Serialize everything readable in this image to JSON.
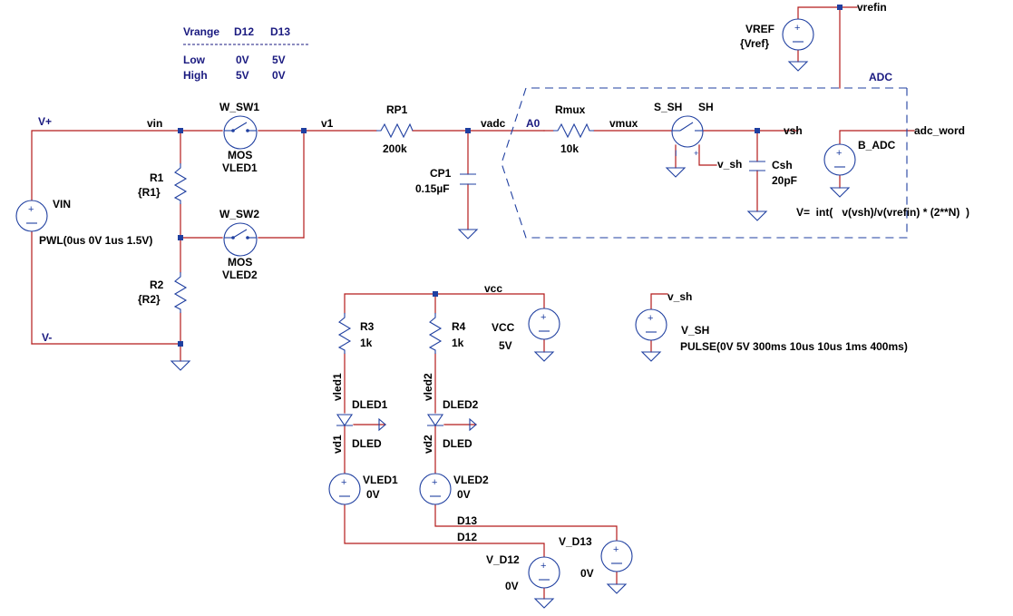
{
  "table": {
    "header": {
      "col1": "Vrange",
      "col2": "D12",
      "col3": "D13"
    },
    "rows": [
      {
        "c1": "Low",
        "c2": "0V",
        "c3": "5V"
      },
      {
        "c1": "High",
        "c2": "5V",
        "c3": "0V"
      }
    ]
  },
  "nets": {
    "vplus": "V+",
    "vminus": "V-",
    "vin": "vin",
    "v1": "v1",
    "vadc": "vadc",
    "a0": "A0",
    "vmux": "vmux",
    "vsh": "vsh",
    "vrefin": "vrefin",
    "adc_word": "adc_word",
    "v_sh_a": "v_sh",
    "v_sh_b": "v_sh",
    "vcc": "vcc",
    "vled1": "vled1",
    "vled2": "vled2",
    "vd1": "vd1",
    "vd2": "vd2",
    "d12": "D12",
    "d13": "D13"
  },
  "components": {
    "vin": {
      "name": "VIN",
      "value": "PWL(0us 0V 1us 1.5V)"
    },
    "r1": {
      "name": "R1",
      "value": "{R1}"
    },
    "r2": {
      "name": "R2",
      "value": "{R2}"
    },
    "w_sw1": {
      "name": "W_SW1",
      "model": "MOS",
      "ctrl": "VLED1"
    },
    "w_sw2": {
      "name": "W_SW2",
      "model": "MOS",
      "ctrl": "VLED2"
    },
    "rp1": {
      "name": "RP1",
      "value": "200k"
    },
    "cp1": {
      "name": "CP1",
      "value": "0.15µF"
    },
    "rmux": {
      "name": "Rmux",
      "value": "10k"
    },
    "s_sh": {
      "name": "S_SH",
      "model": "SH"
    },
    "csh": {
      "name": "Csh",
      "value": "20pF"
    },
    "vref": {
      "name": "VREF",
      "value": "{Vref}"
    },
    "adc_block": {
      "name": "ADC"
    },
    "b_adc": {
      "name": "B_ADC",
      "expr": "V=  int(   v(vsh)/v(vrefin) * (2**N)  )"
    },
    "vcc": {
      "name": "VCC",
      "value": "5V"
    },
    "v_sh": {
      "name": "V_SH",
      "value": "PULSE(0V 5V 300ms 10us 10us 1ms 400ms)"
    },
    "r3": {
      "name": "R3",
      "value": "1k"
    },
    "r4": {
      "name": "R4",
      "value": "1k"
    },
    "dled1": {
      "name": "DLED1",
      "model": "DLED"
    },
    "dled2": {
      "name": "DLED2",
      "model": "DLED"
    },
    "vled1": {
      "name": "VLED1",
      "value": "0V"
    },
    "vled2": {
      "name": "VLED2",
      "value": "0V"
    },
    "v_d12": {
      "name": "V_D12",
      "value": "0V"
    },
    "v_d13": {
      "name": "V_D13",
      "value": "0V"
    }
  },
  "colors": {
    "wire": "#b31b1b",
    "component": "#1f3fa0",
    "table_text": "#1a1a80",
    "label_text": "#000000",
    "background": "#ffffff"
  }
}
